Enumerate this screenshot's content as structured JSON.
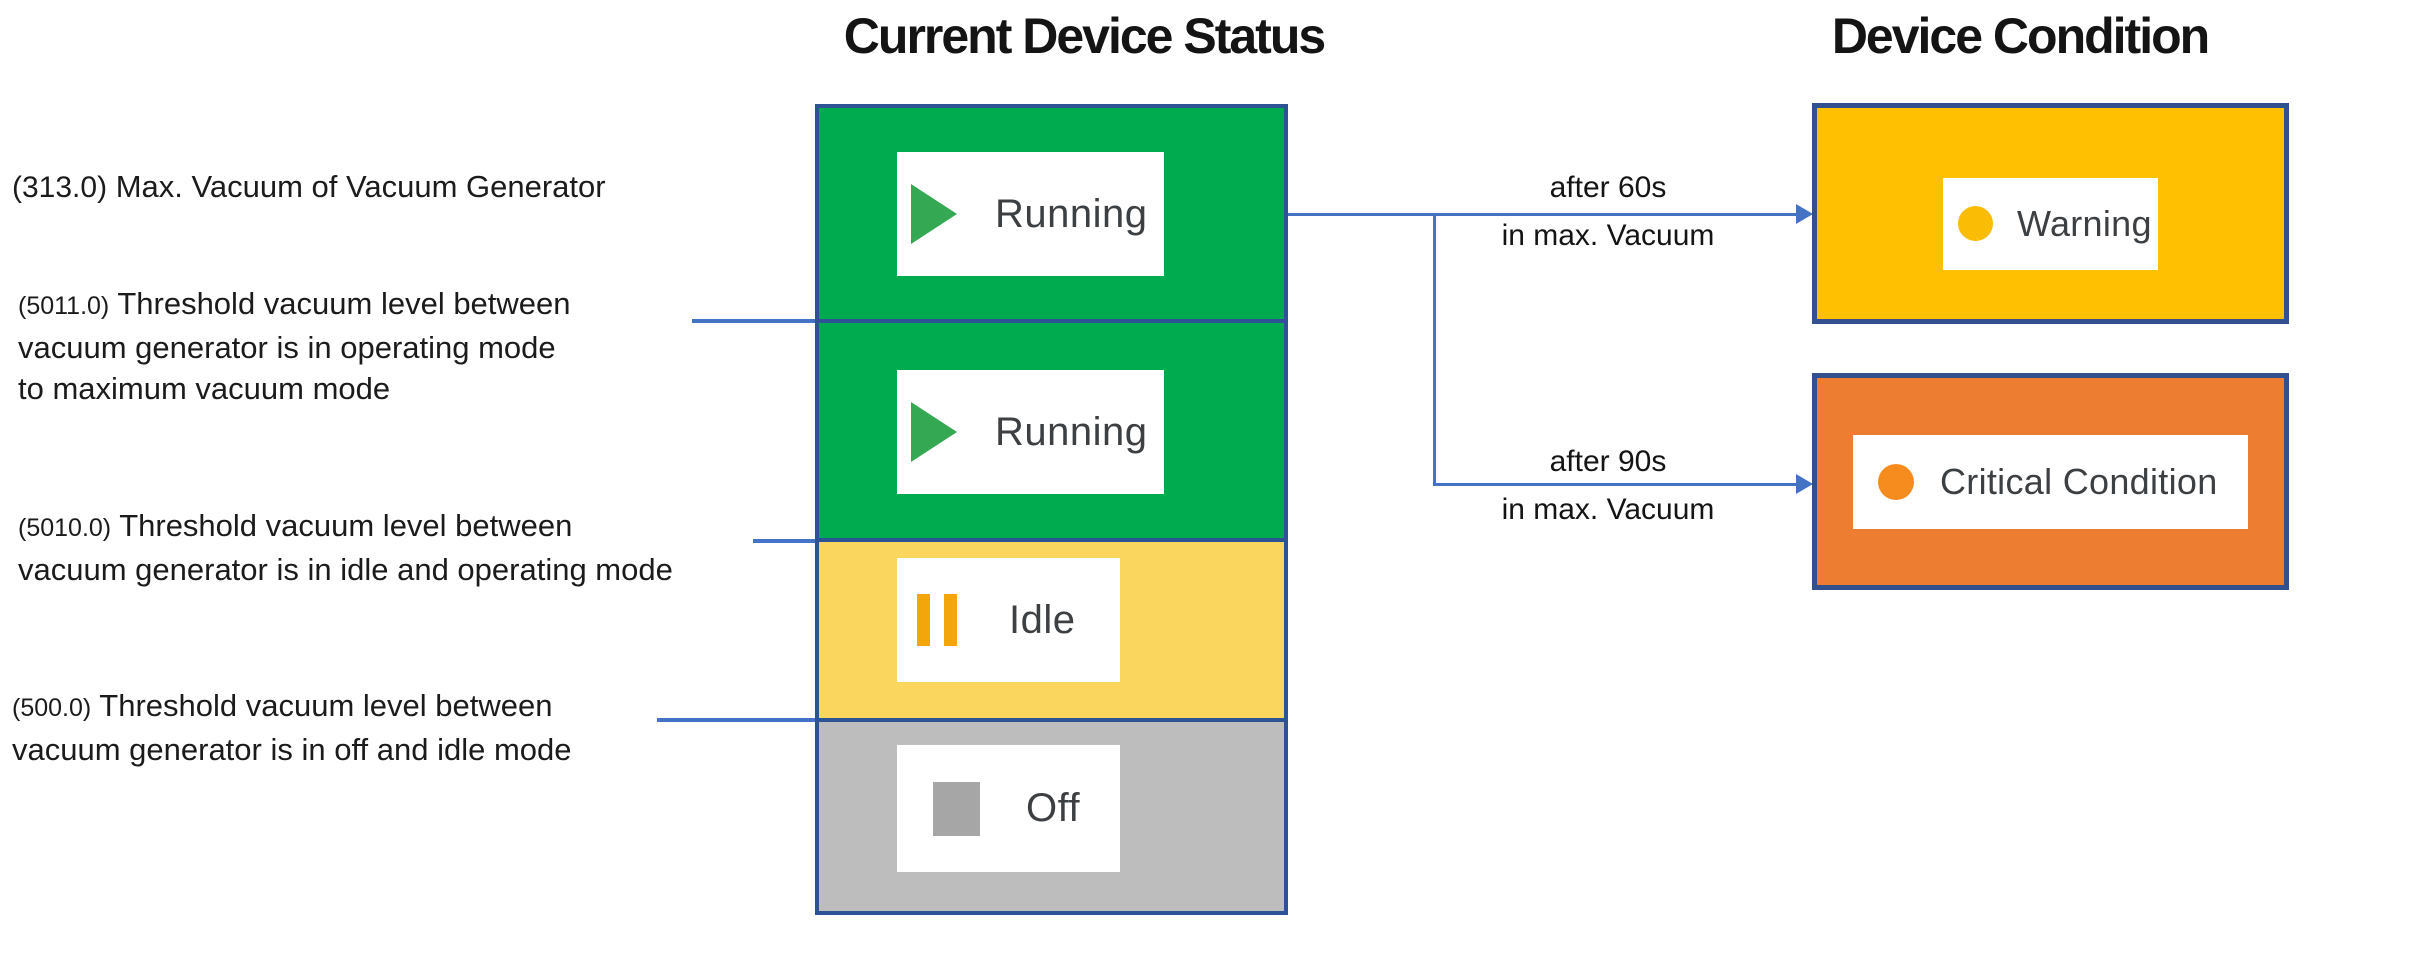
{
  "titles": {
    "status_column": "Current Device Status",
    "condition_column": "Device Condition"
  },
  "annotations": [
    {
      "value": "(313.0)",
      "lines": [
        "Max. Vacuum of Vacuum Generator"
      ]
    },
    {
      "value": "(5011.0)",
      "lines": [
        "Threshold vacuum level between",
        "vacuum generator is in operating mode",
        "to maximum vacuum mode"
      ]
    },
    {
      "value": "(5010.0)",
      "lines": [
        "Threshold vacuum level between",
        "vacuum generator is in idle and operating mode"
      ]
    },
    {
      "value": "(500.0)",
      "lines": [
        "Threshold vacuum level between",
        "vacuum generator is in off and idle mode"
      ]
    }
  ],
  "statuses": [
    {
      "label": "Running",
      "icon": "play-icon"
    },
    {
      "label": "Running",
      "icon": "play-icon"
    },
    {
      "label": "Idle",
      "icon": "pause-icon"
    },
    {
      "label": "Off",
      "icon": "stop-icon"
    }
  ],
  "transitions": [
    {
      "line1": "after 60s",
      "line2": "in max. Vacuum",
      "from": "Running",
      "to": "Warning"
    },
    {
      "line1": "after 90s",
      "line2": "in max. Vacuum",
      "from": "Running",
      "to": "Critical Condition"
    }
  ],
  "conditions": [
    {
      "label": "Warning"
    },
    {
      "label": "Critical Condition"
    }
  ],
  "colors": {
    "running_bg": "#00AB50",
    "idle_bg": "#FAD65F",
    "off_bg": "#BDBDBD",
    "warning_bg": "#FFC001",
    "critical_bg": "#ED7D31",
    "box_border": "#2E5394",
    "condition_border": "#31508D",
    "arrow_blue": "#4472C4",
    "play_icon": "#34A853",
    "pause_icon": "#F3A60B",
    "stop_icon": "#A6A6A6",
    "warning_dot": "#FBBC05",
    "critical_dot": "#F78C1E",
    "label_text": "#3D4043"
  }
}
